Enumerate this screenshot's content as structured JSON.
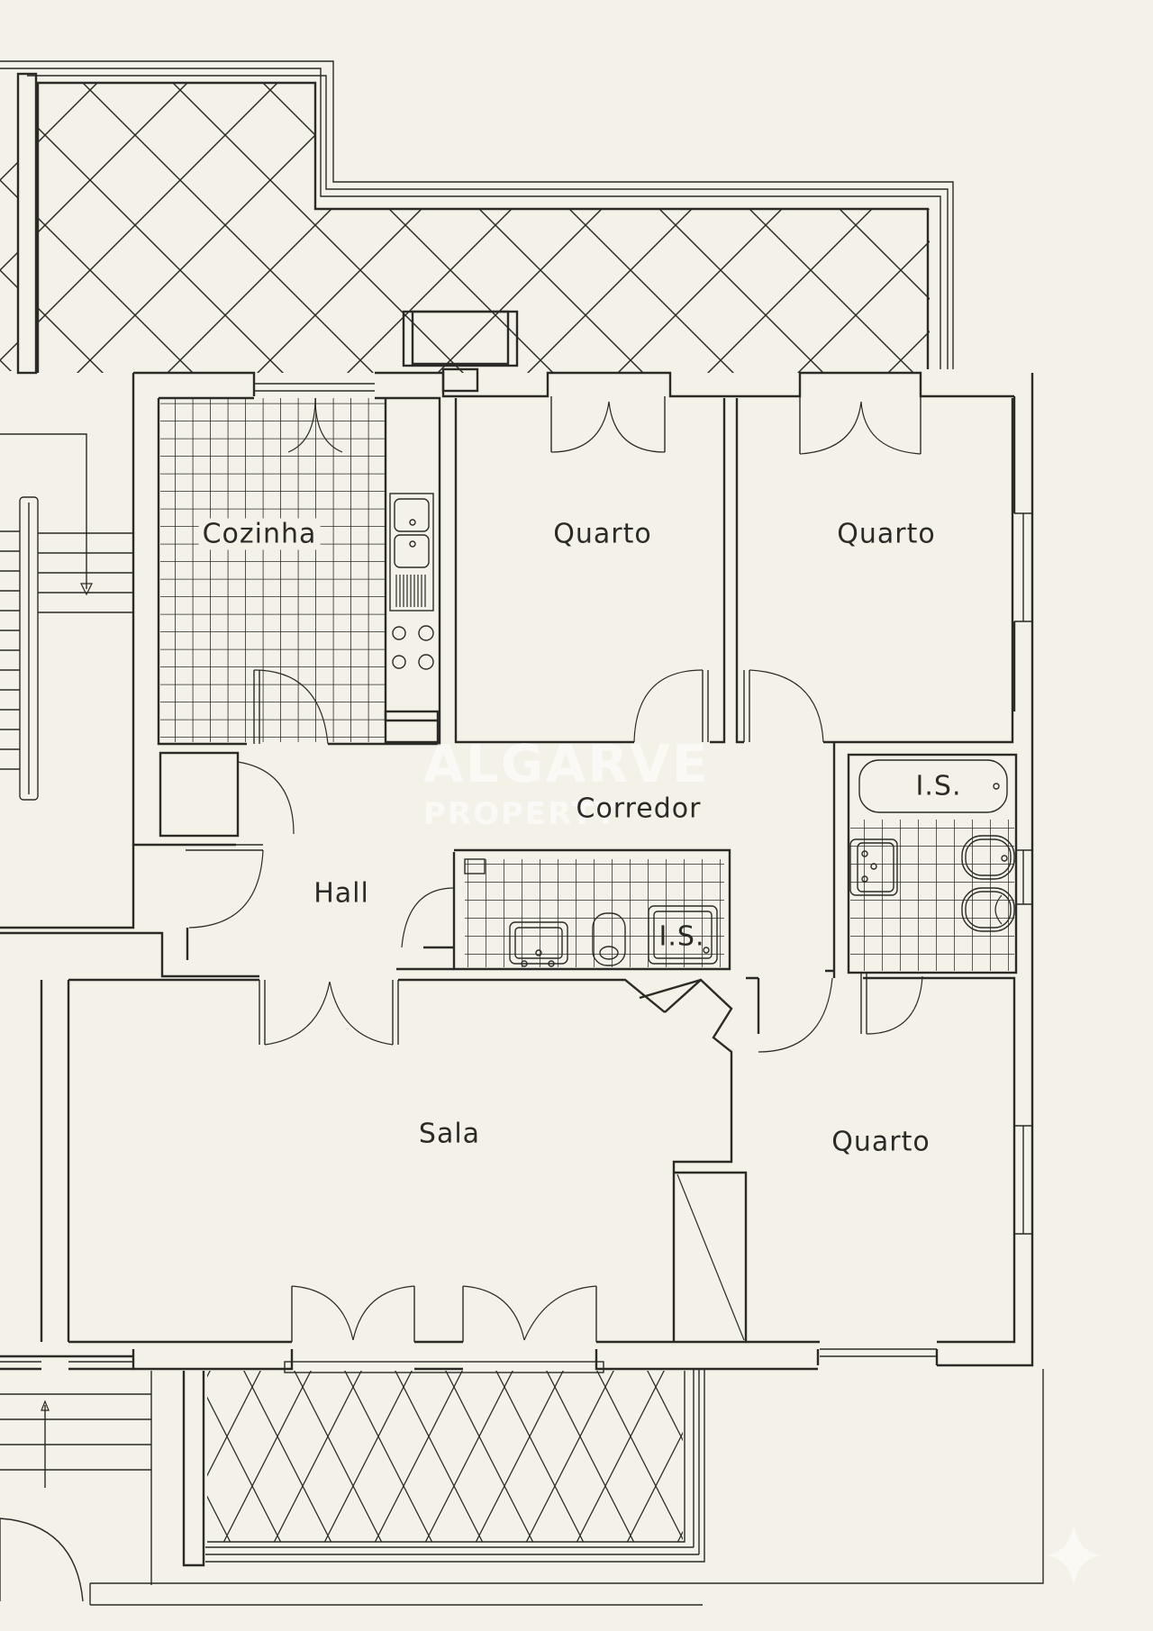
{
  "plan": {
    "type": "apartment floor plan",
    "rooms": [
      {
        "id": "cozinha",
        "label": "Cozinha"
      },
      {
        "id": "quarto1",
        "label": "Quarto"
      },
      {
        "id": "quarto2",
        "label": "Quarto"
      },
      {
        "id": "quarto3",
        "label": "Quarto"
      },
      {
        "id": "corredor",
        "label": "Corredor"
      },
      {
        "id": "hall",
        "label": "Hall"
      },
      {
        "id": "sala",
        "label": "Sala"
      },
      {
        "id": "is1",
        "label": "I.S."
      },
      {
        "id": "is2",
        "label": "I.S."
      }
    ]
  },
  "watermark": {
    "line1": "ALGARVE",
    "line2": "PROPERTY"
  },
  "colors": {
    "background": "#f3f1e8",
    "line": "#2b2a26"
  }
}
